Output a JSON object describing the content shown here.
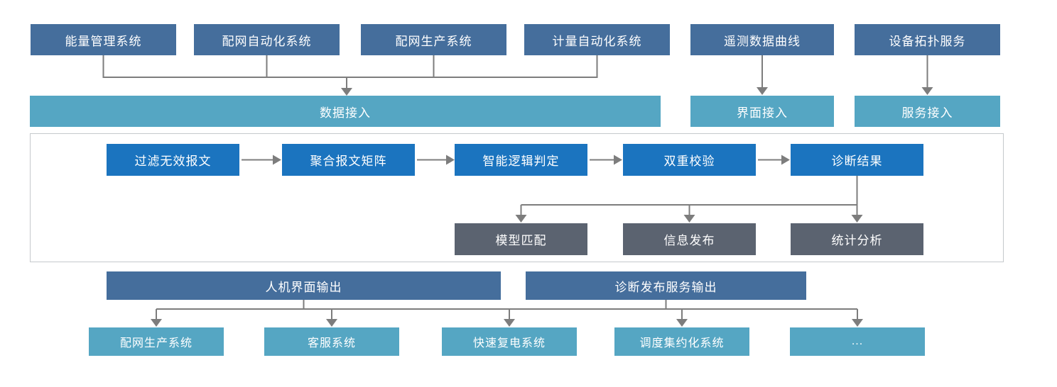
{
  "diagram": {
    "top_sources": [
      "能量管理系统",
      "配网自动化系统",
      "配网生产系统",
      "计量自动化系统",
      "遥测数据曲线",
      "设备拓扑服务"
    ],
    "access_layer": {
      "data": "数据接入",
      "ui": "界面接入",
      "service": "服务接入"
    },
    "process_chain": [
      "过滤无效报文",
      "聚合报文矩阵",
      "智能逻辑判定",
      "双重校验",
      "诊断结果"
    ],
    "result_outputs": [
      "模型匹配",
      "信息发布",
      "统计分析"
    ],
    "output_buses": [
      "人机界面输出",
      "诊断发布服务输出"
    ],
    "target_systems": [
      "配网生产系统",
      "客服系统",
      "快速复电系统",
      "调度集约化系统",
      "..."
    ],
    "colors": {
      "source_box": "#456e9c",
      "access_box": "#55a6c3",
      "process_box": "#1b74bf",
      "result_box": "#5b6370",
      "output_bar": "#456e9c",
      "target_box": "#55a6c3",
      "connector_line": "#7d7d7d",
      "container_border": "#c5c9cc",
      "text": "#ffffff"
    }
  }
}
